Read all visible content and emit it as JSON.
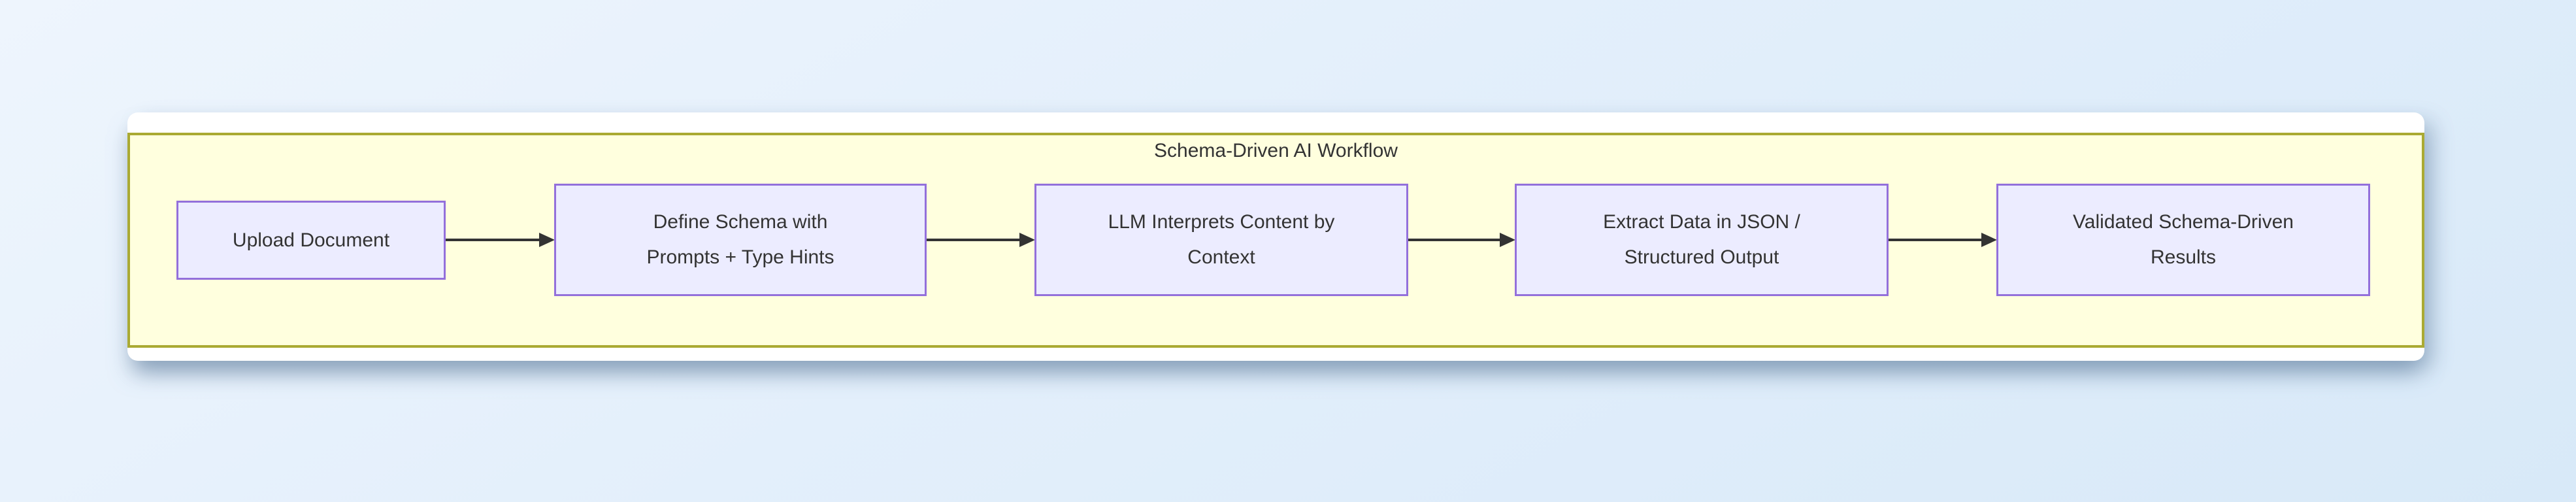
{
  "page": {
    "background_top_left": "#eef5fd",
    "background_bottom_right": "#d8e9f8",
    "card_background": "#ffffff"
  },
  "diagram": {
    "type": "flowchart-left-to-right",
    "title": "Schema-Driven AI Workflow",
    "colors": {
      "cluster_fill": "#ffffde",
      "cluster_border": "#aaaa33",
      "node_fill": "#ececff",
      "node_border": "#9370db",
      "edge": "#333333",
      "text": "#333333"
    },
    "nodes": [
      {
        "label": "Upload Document",
        "lines": [
          "Upload Document"
        ]
      },
      {
        "label": "Define Schema with Prompts + Type Hints",
        "lines": [
          "Define Schema with",
          "Prompts + Type Hints"
        ]
      },
      {
        "label": "LLM Interprets Content by Context",
        "lines": [
          "LLM Interprets Content by",
          "Context"
        ]
      },
      {
        "label": "Extract Data in JSON / Structured Output",
        "lines": [
          "Extract Data in JSON /",
          "Structured Output"
        ]
      },
      {
        "label": "Validated Schema-Driven Results",
        "lines": [
          "Validated Schema-Driven",
          "Results"
        ]
      }
    ],
    "edges": [
      {
        "from": "Upload Document",
        "to": "Define Schema with Prompts + Type Hints"
      },
      {
        "from": "Define Schema with Prompts + Type Hints",
        "to": "LLM Interprets Content by Context"
      },
      {
        "from": "LLM Interprets Content by Context",
        "to": "Extract Data in JSON / Structured Output"
      },
      {
        "from": "Extract Data in JSON / Structured Output",
        "to": "Validated Schema-Driven Results"
      }
    ]
  }
}
